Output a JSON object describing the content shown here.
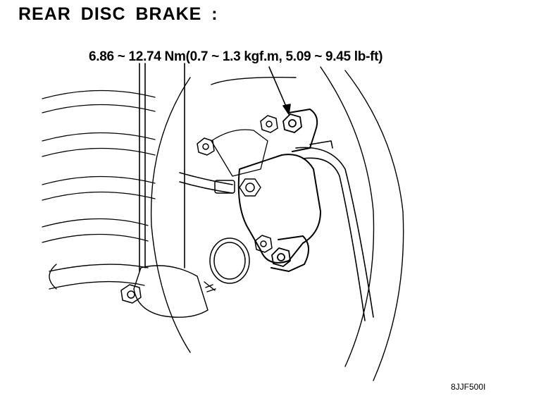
{
  "title": "REAR DISC BRAKE :",
  "torque_spec": "6.86 ~ 12.74 Nm(0.7 ~ 1.3 kgf.m, 5.09 ~ 9.45 lb-ft)",
  "figure_code": "8JJF500I"
}
